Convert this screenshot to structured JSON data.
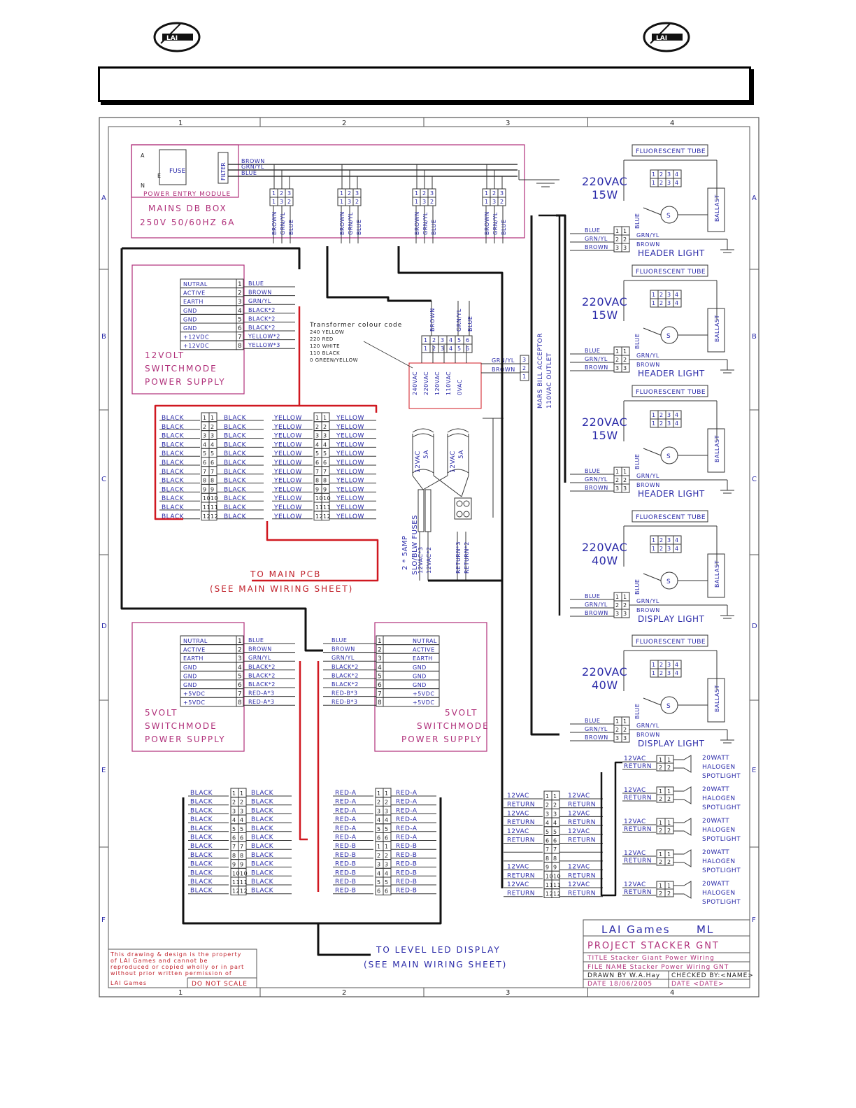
{
  "grid": {
    "cols": [
      "1",
      "2",
      "3",
      "4"
    ],
    "rows": [
      "A",
      "B",
      "C",
      "D",
      "E",
      "F"
    ]
  },
  "mains": {
    "title": "MAINS DB BOX",
    "rating": "250V 50/60HZ 6A",
    "module": "POWER ENTRY MODULE",
    "fuse": "FUSE",
    "filter": "FILTER",
    "pins": [
      "A",
      "E",
      "N"
    ],
    "wires": [
      "BROWN",
      "GRN/YL",
      "BLUE"
    ],
    "connector_nums": [
      "1",
      "2",
      "3",
      "1",
      "3",
      "2"
    ],
    "drop_labels": [
      "BROWN",
      "GRN/YL",
      "BLUE"
    ]
  },
  "psu12": {
    "title_lines": [
      "12VOLT",
      "SWITCHMODE",
      "POWER SUPPLY"
    ],
    "terminals": [
      "NUTRAL",
      "ACTIVE",
      "EARTH",
      "GND",
      "GND",
      "GND",
      "+12VDC",
      "+12VDC"
    ],
    "wires": [
      "BLUE",
      "BROWN",
      "GRN/YL",
      "BLACK*2",
      "BLACK*2",
      "BLACK*2",
      "YELLOW*2",
      "YELLOW*3"
    ]
  },
  "psu5_left": {
    "title_lines": [
      "5VOLT",
      "SWITCHMODE",
      "POWER SUPPLY"
    ],
    "terminals": [
      "NUTRAL",
      "ACTIVE",
      "EARTH",
      "GND",
      "GND",
      "GND",
      "+5VDC",
      "+5VDC"
    ],
    "wires": [
      "BLUE",
      "BROWN",
      "GRN/YL",
      "BLACK*2",
      "BLACK*2",
      "BLACK*2",
      "RED-A*3",
      "RED-A*3"
    ]
  },
  "psu5_right": {
    "title_lines": [
      "5VOLT",
      "SWITCHMODE",
      "POWER SUPPLY"
    ],
    "terminals": [
      "NUTRAL",
      "ACTIVE",
      "EARTH",
      "GND",
      "GND",
      "GND",
      "+5VDC",
      "+5VDC"
    ],
    "wires": [
      "BLUE",
      "BROWN",
      "GRN/YL",
      "BLACK*2",
      "BLACK*2",
      "BLACK*2",
      "RED-B*3",
      "RED-B*3"
    ]
  },
  "transformer": {
    "legend_title": "Transformer colour code",
    "legend": [
      "240 YELLOW",
      "220 RED",
      "120 WHITE",
      "110 BLACK",
      "0 GREEN/YELLOW"
    ],
    "taps": [
      "240VAC",
      "220VAC",
      "120VAC",
      "110VAC",
      "0VAC"
    ],
    "top_wires": [
      "BROWN",
      "GRN/YL",
      "BLUE"
    ],
    "conn_nums": [
      "1",
      "2",
      "3",
      "4",
      "5",
      "6"
    ],
    "outputs": [
      "GRN/YL",
      "BROWN"
    ],
    "out_nums": [
      "3",
      "2",
      "1"
    ],
    "bill_acceptor": [
      "MARS BILL ACCEPTOR",
      "110VAC OUTLET"
    ],
    "secondaries": [
      "12VAC 5A",
      "12VAC 5A"
    ],
    "fuses_label": [
      "2 * 5AMP",
      "SLO/BLW FUSES"
    ],
    "fuse_outputs": [
      "12VAC*3",
      "12VAC*2",
      "RETURN*3",
      "RETURN*2"
    ]
  },
  "to_main_pcb": [
    "TO MAIN PCB",
    "(SEE MAIN WIRING SHEET)"
  ],
  "to_led": [
    "TO LEVEL LED DISPLAY",
    "(SEE MAIN WIRING SHEET)"
  ],
  "lamps": [
    {
      "voltage": "220VAC",
      "watts": "15W",
      "tube": "FLUORESCENT TUBE",
      "ballast": "BALLAST",
      "type": "HEADER LIGHT"
    },
    {
      "voltage": "220VAC",
      "watts": "15W",
      "tube": "FLUORESCENT TUBE",
      "ballast": "BALLAST",
      "type": "HEADER LIGHT"
    },
    {
      "voltage": "220VAC",
      "watts": "15W",
      "tube": "FLUORESCENT TUBE",
      "ballast": "BALLAST",
      "type": "HEADER LIGHT"
    },
    {
      "voltage": "220VAC",
      "watts": "40W",
      "tube": "FLUORESCENT TUBE",
      "ballast": "BALLAST",
      "type": "DISPLAY LIGHT"
    },
    {
      "voltage": "220VAC",
      "watts": "40W",
      "tube": "FLUORESCENT TUBE",
      "ballast": "BALLAST",
      "type": "DISPLAY LIGHT"
    }
  ],
  "lamp_wires": [
    "BLUE",
    "GRN/YL",
    "BROWN"
  ],
  "lamp_wires_out": [
    "GRN/YL",
    "BROWN"
  ],
  "spotlights": {
    "wires": [
      "12VAC",
      "RETURN"
    ],
    "label": [
      "20WATT",
      "HALOGEN",
      "SPOTLIGHT"
    ],
    "count": 5
  },
  "halogen_conn": {
    "left": [
      "12VAC",
      "RETURN",
      "12VAC",
      "RETURN",
      "12VAC",
      "RETURN",
      "",
      "",
      "12VAC",
      "RETURN",
      "12VAC",
      "RETURN"
    ],
    "right": [
      "12VAC",
      "RETURN",
      "12VAC",
      "RETURN",
      "12VAC",
      "RETURN",
      "",
      "",
      "12VAC",
      "RETURN",
      "12VAC",
      "RETURN"
    ]
  },
  "black_conn": {
    "left": "BLACK",
    "right": "BLACK",
    "count": 12
  },
  "yellow_conn": {
    "left": "YELLOW",
    "right": "YELLOW",
    "count": 12
  },
  "led_black": {
    "left": "BLACK",
    "right": "BLACK",
    "count": 12
  },
  "led_red": {
    "left": [
      "RED-A",
      "RED-A",
      "RED-A",
      "RED-A",
      "RED-A",
      "RED-A",
      "RED-B",
      "RED-B",
      "RED-B",
      "RED-B",
      "RED-B",
      "RED-B"
    ],
    "right": [
      "RED-A",
      "RED-A",
      "RED-A",
      "RED-A",
      "RED-A",
      "RED-A",
      "RED-B",
      "RED-B",
      "RED-B",
      "RED-B",
      "RED-B",
      "RED-B"
    ],
    "nums": [
      "1",
      "2",
      "3",
      "4",
      "5",
      "6",
      "1",
      "2",
      "3",
      "4",
      "5",
      "6"
    ]
  },
  "title_block": {
    "company": "LAI Games",
    "office": "ML",
    "project": "PROJECT STACKER GNT",
    "title": "TITLE  Stacker Giant Power Wiring",
    "file": "FILE NAME  Stacker Power Wiring GNT",
    "drawn": "DRAWN  BY   W.A.Hay",
    "checked": "CHECKED  BY:<NAME>",
    "date": "DATE     18/06/2005",
    "date2": "DATE     <DATE>"
  },
  "copyright": [
    "This drawing & design is the property",
    "of LAI Games and cannot be",
    "reproduced or copied wholly or in part",
    "without prior written permission of",
    "LAI Games"
  ],
  "no_scale": "DO NOT SCALE",
  "colors": {
    "magenta": "#b0307a",
    "red": "#d01820",
    "blue": "#2a2aa8",
    "black": "#111111"
  }
}
